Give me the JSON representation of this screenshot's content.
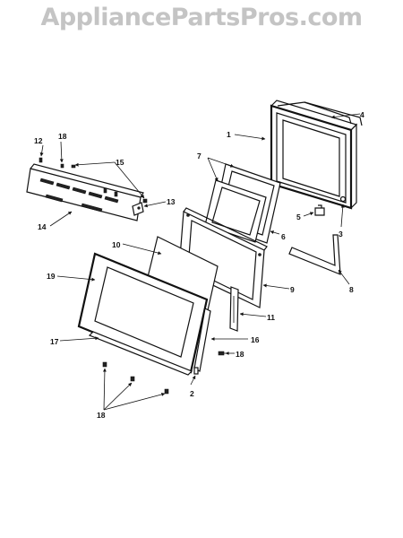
{
  "watermark": "AppliancePartsPros.com",
  "callouts": {
    "c1": "1",
    "c2": "2",
    "c3": "3",
    "c4": "4",
    "c5": "5",
    "c6": "6",
    "c7": "7",
    "c8": "8",
    "c9": "9",
    "c10": "10",
    "c11": "11",
    "c12": "12",
    "c13": "13",
    "c14": "14",
    "c15": "15",
    "c16": "16",
    "c17": "17",
    "c18a": "18",
    "c18b": "18",
    "c18c": "18",
    "c19": "19"
  }
}
